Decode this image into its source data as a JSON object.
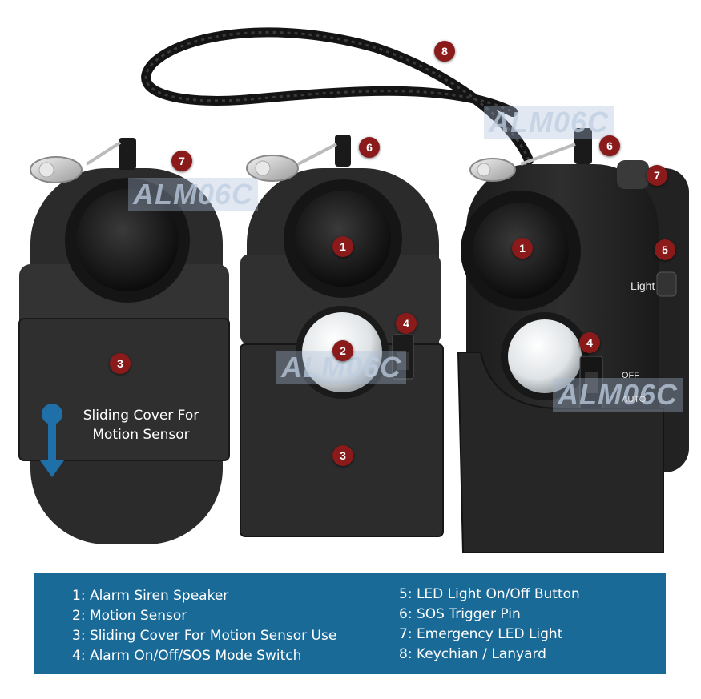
{
  "watermark": "ALM06C",
  "badges": [
    "1",
    "2",
    "3",
    "4",
    "5",
    "6",
    "7",
    "8"
  ],
  "callout": {
    "line1": "Sliding Cover For",
    "line2": "Motion Sensor"
  },
  "device_labels": {
    "light": "Light",
    "off": "OFF",
    "auto": "AUTO"
  },
  "legend": {
    "left": [
      "1: Alarm Siren Speaker",
      "2: Motion Sensor",
      "3: Sliding Cover For Motion Sensor Use",
      "4: Alarm On/Off/SOS Mode Switch"
    ],
    "right": [
      "5: LED Light On/Off Button",
      "6: SOS Trigger Pin",
      "7: Emergency LED Light",
      "8: Keychian / Lanyard"
    ]
  },
  "colors": {
    "badge": "#8b1a1a",
    "legend_bg": "#1a6a97",
    "body": "#262626",
    "arrow": "#1f6fa8"
  }
}
